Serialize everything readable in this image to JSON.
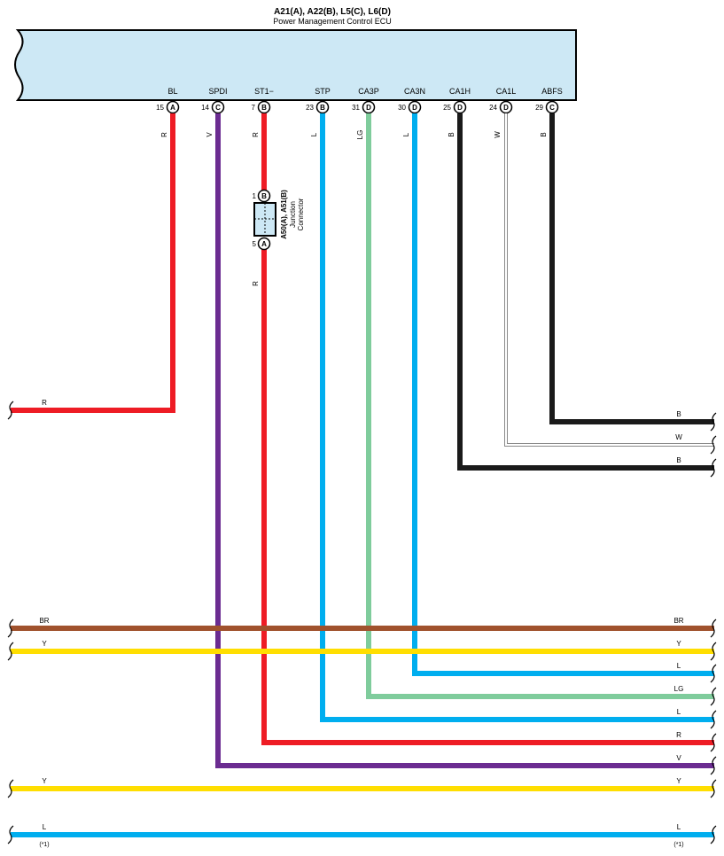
{
  "ecu": {
    "title": "A21(A), A22(B), L5(C), L6(D)",
    "subtitle": "Power Management Control ECU"
  },
  "pins": [
    {
      "name": "BL",
      "num": "15",
      "letter": "A",
      "wire": "R"
    },
    {
      "name": "SPDI",
      "num": "14",
      "letter": "C",
      "wire": "V"
    },
    {
      "name": "ST1−",
      "num": "7",
      "letter": "B",
      "wire": "R"
    },
    {
      "name": "STP",
      "num": "23",
      "letter": "B",
      "wire": "L"
    },
    {
      "name": "CA3P",
      "num": "31",
      "letter": "D",
      "wire": "LG"
    },
    {
      "name": "CA3N",
      "num": "30",
      "letter": "D",
      "wire": "L"
    },
    {
      "name": "CA1H",
      "num": "25",
      "letter": "D",
      "wire": "B"
    },
    {
      "name": "CA1L",
      "num": "24",
      "letter": "D",
      "wire": "W"
    },
    {
      "name": "ABFS",
      "num": "29",
      "letter": "C",
      "wire": "B"
    }
  ],
  "junction": {
    "title": "A50(A), A51(B)",
    "line1": "Junction",
    "line2": "Connector",
    "top_num": "1",
    "top_letter": "B",
    "bottom_num": "5",
    "bottom_letter": "A",
    "wire_below": "R"
  },
  "horizontal_labels": {
    "bl_left": "R",
    "abfs_right": "B",
    "ca1l_right": "W",
    "ca1h_right": "B",
    "br_left": "BR",
    "br_right": "BR",
    "y_left": "Y",
    "y_right": "Y",
    "ca3n_right": "L",
    "ca3p_right": "LG",
    "stp_right": "L",
    "st1_right": "R",
    "spdi_right": "V",
    "y2_left": "Y",
    "y2_right": "Y",
    "l_left": "L",
    "l_right": "L",
    "note_left": "(*1)",
    "note_right": "(*1)"
  },
  "colors": {
    "ecu_fill": "#cde8f5",
    "red": "#ee1c25",
    "violet": "#6b2c91",
    "blue": "#00aeef",
    "light_green": "#7fcc9c",
    "black": "#1a1a1a",
    "white_wire": "#9a9a9a",
    "brown": "#a0522d",
    "yellow": "#ffde00"
  }
}
